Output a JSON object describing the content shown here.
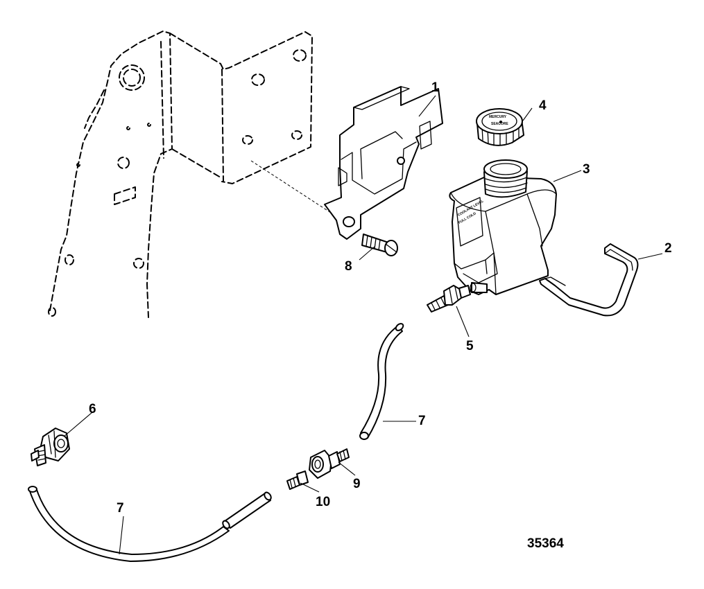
{
  "figure_number": "35364",
  "callouts": [
    {
      "id": 1,
      "label": "1"
    },
    {
      "id": 2,
      "label": "2"
    },
    {
      "id": 3,
      "label": "3"
    },
    {
      "id": 4,
      "label": "4"
    },
    {
      "id": 5,
      "label": "5"
    },
    {
      "id": 6,
      "label": "6"
    },
    {
      "id": 7,
      "label": "7"
    },
    {
      "id": 8,
      "label": "8"
    },
    {
      "id": 9,
      "label": "9"
    },
    {
      "id": 10,
      "label": "10"
    },
    {
      "id": 11,
      "label": "7"
    }
  ]
}
